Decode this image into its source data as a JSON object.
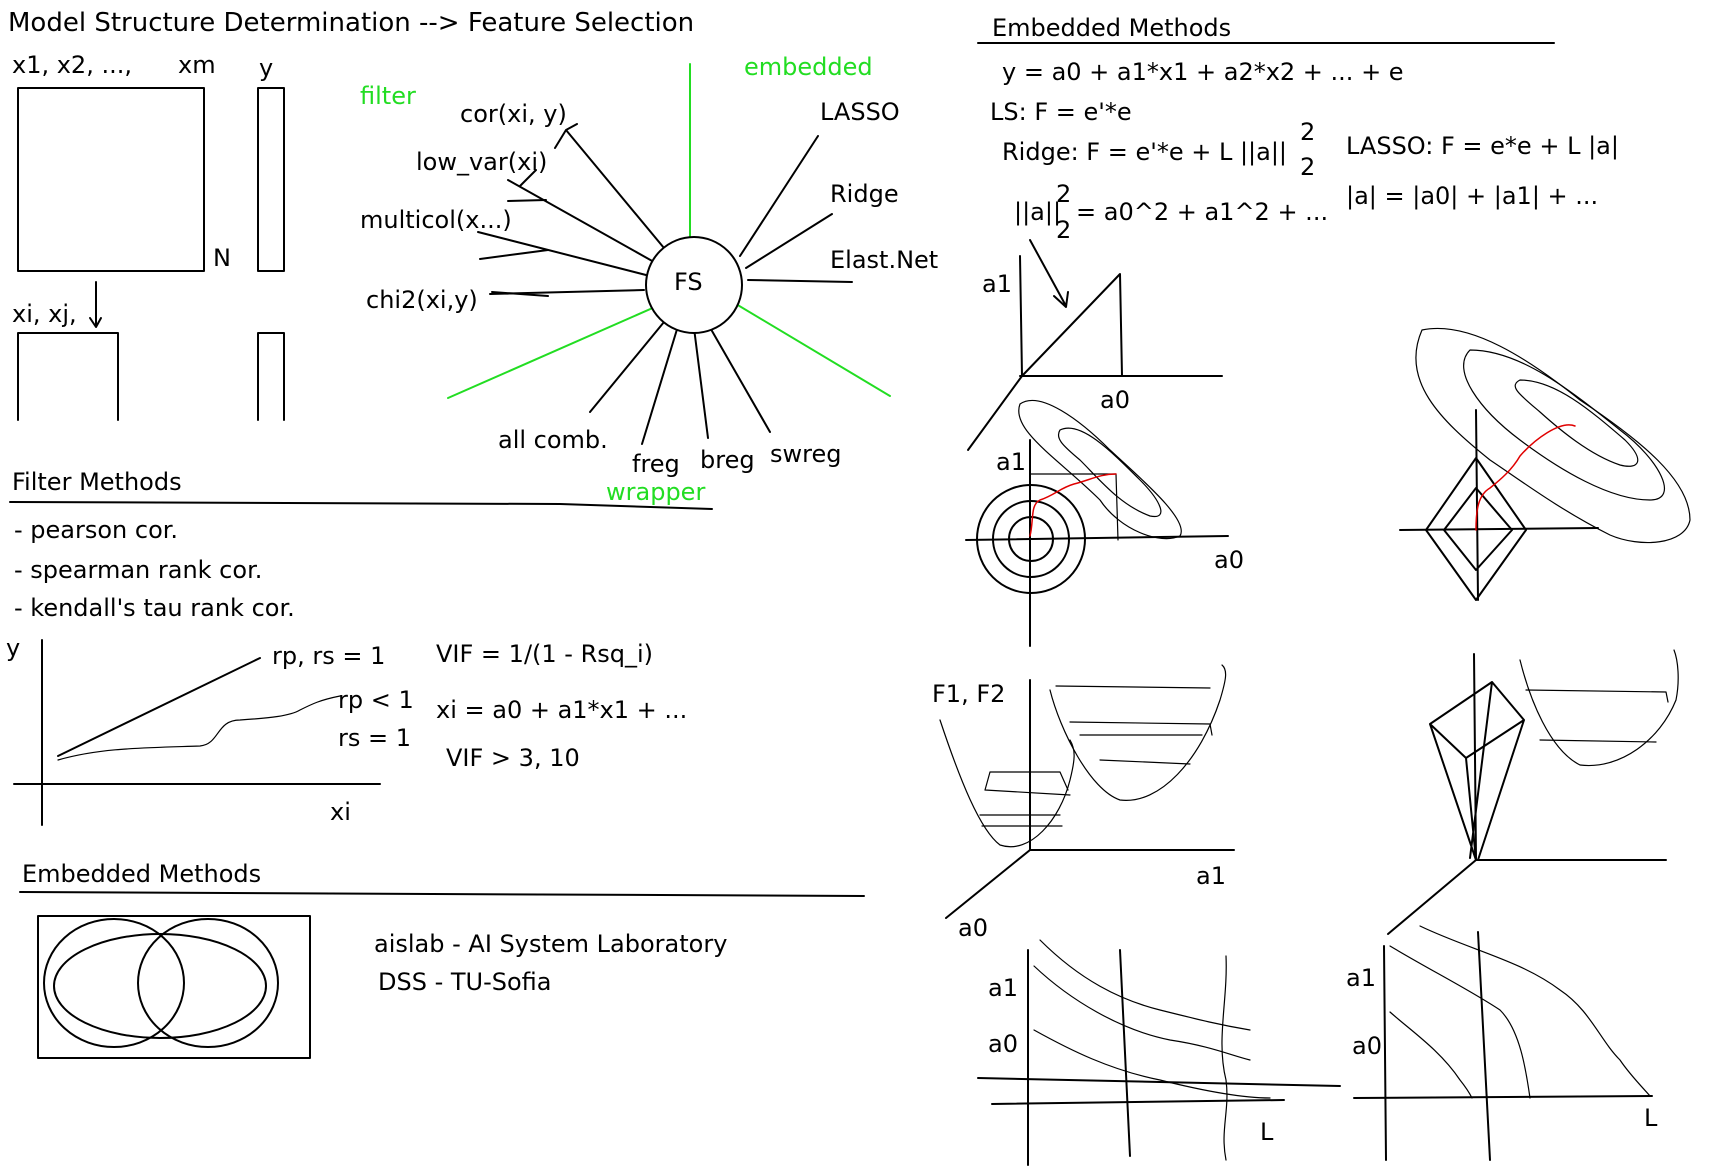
{
  "title": "Model Structure Determination --> Feature Selection",
  "matrix": {
    "col_labels": "x1, x2, ...,",
    "last_col": "xm",
    "y_label": "y",
    "rows_label": "N",
    "subset_label": "xi, xj,"
  },
  "fs_wheel": {
    "center": "FS",
    "group_filter": "filter",
    "group_embedded": "embedded",
    "group_wrapper": "wrapper",
    "filter_items": [
      "cor(xi, y)",
      "low_var(xi)",
      "multicol(x...)",
      "chi2(xi,y)"
    ],
    "embedded_items": [
      "LASSO",
      "Ridge",
      "Elast.Net"
    ],
    "wrapper_items": [
      "all comb.",
      "freg",
      "breg",
      "swreg"
    ]
  },
  "filter_methods": {
    "heading": "Filter Methods",
    "bullets": [
      "- pearson cor.",
      "- spearman rank cor.",
      "- kendall's tau rank cor."
    ],
    "plot_y": "y",
    "plot_x": "xi",
    "line1": "rp, rs = 1",
    "line2a": "rp < 1",
    "line2b": "rs = 1",
    "vif1": "VIF = 1/(1 - Rsq_i)",
    "vif2": "xi = a0 + a1*x1 + ...",
    "vif3": "VIF > 3, 10"
  },
  "embedded_bottom": {
    "heading": "Embedded Methods",
    "credit1": "aislab - AI System Laboratory",
    "credit2": "DSS   -   TU-Sofia"
  },
  "embedded_right": {
    "heading": "Embedded Methods",
    "eq_model": "y = a0 + a1*x1 + a2*x2 + ...  + e",
    "eq_ls": "LS: F = e'*e",
    "eq_ridge": "Ridge: F = e'*e + L  ||a||",
    "eq_lasso": "LASSO: F = e*e +  L  |a|",
    "eq_norm2": "||a||",
    "eq_norm2_rest": "= a0^2 + a1^2 + ...",
    "eq_norm1": "|a| = |a0| + |a1| + ...",
    "sup": "2",
    "sub": "2",
    "lbl_a1": "a1",
    "lbl_a0": "a0",
    "lbl_F": "F1, F2",
    "lbl_L": "L"
  }
}
